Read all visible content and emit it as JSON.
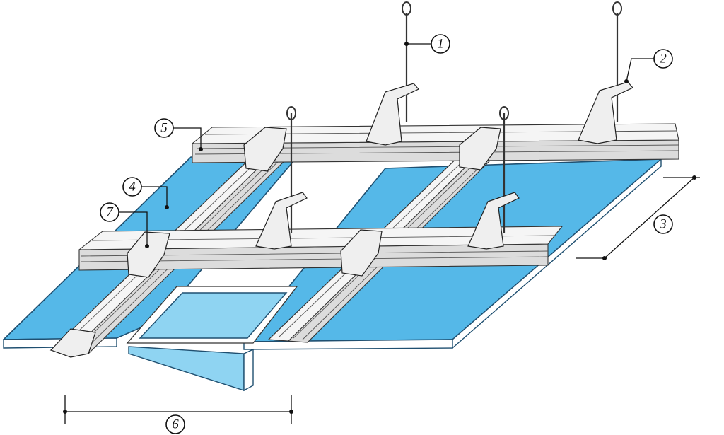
{
  "callouts": [
    {
      "id": "c1",
      "label": "1"
    },
    {
      "id": "c2",
      "label": "2"
    },
    {
      "id": "c3",
      "label": "3"
    },
    {
      "id": "c4",
      "label": "4"
    },
    {
      "id": "c5",
      "label": "5"
    },
    {
      "id": "c6",
      "label": "6"
    },
    {
      "id": "c7",
      "label": "7"
    }
  ],
  "colors": {
    "board": "#55b8e8",
    "board_outline": "#1f4f70",
    "metal": "#f5f5f5",
    "hatch_panel": "#8fd4f2"
  }
}
